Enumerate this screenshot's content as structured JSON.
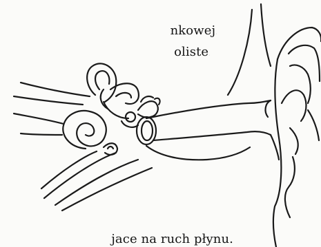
{
  "text": {
    "line1": "nkowej.",
    "line2": "oliste.",
    "line3": "jace na ruch płynu."
  }
}
